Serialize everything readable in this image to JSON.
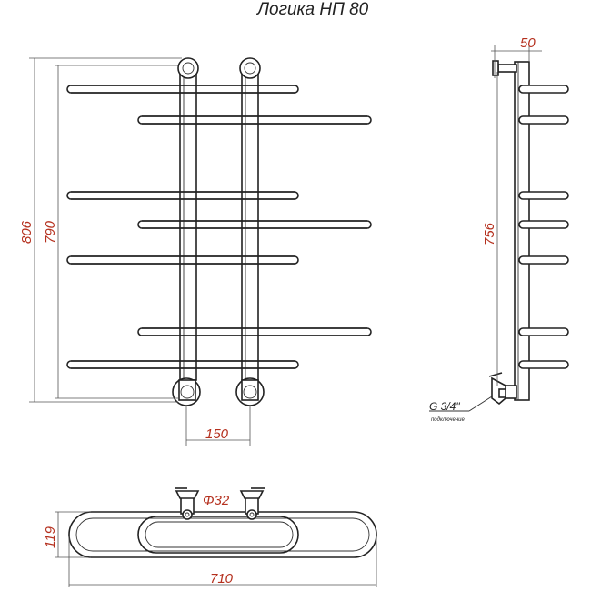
{
  "title": "Логика НП 80",
  "dimensions": {
    "total_height": "806",
    "bar_height": "790",
    "axis_distance": "150",
    "depth": "50",
    "side_height": "756",
    "pipe_diameter": "Φ32",
    "plan_depth": "119",
    "width": "710"
  },
  "connection": {
    "thread": "G 3/4\"",
    "caption": "подключение"
  },
  "colors": {
    "dimension_text": "#b5301e",
    "line": "#222222"
  }
}
